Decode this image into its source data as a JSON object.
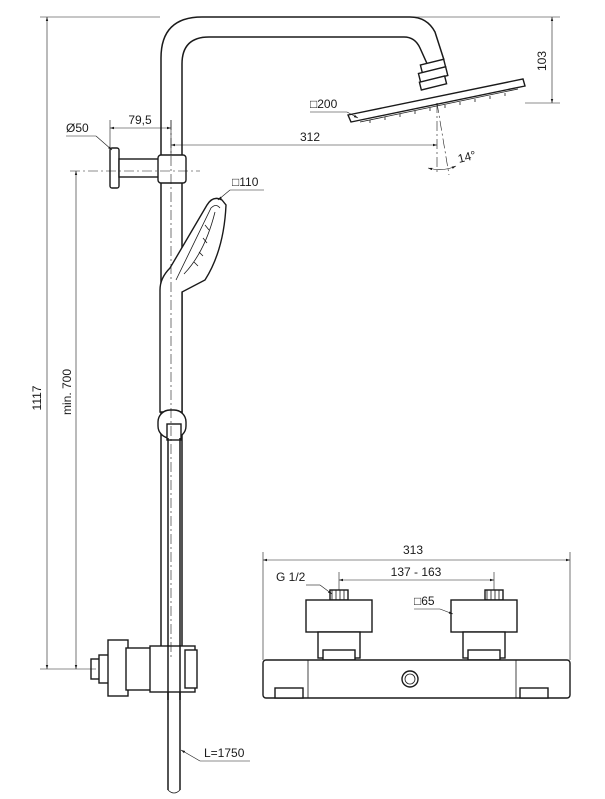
{
  "labels": {
    "overall_height": "1117",
    "min_height": "min. 700",
    "wall_flange_diameter": "Ø50",
    "wall_offset": "79,5",
    "arm_reach": "312",
    "arm_height": "103",
    "head_shower_size": "□200",
    "head_tilt_angle": "14°",
    "hand_shower_size": "□110",
    "hose_length": "L=1750",
    "mixer_width": "313",
    "inlet_thread": "G 1/2",
    "inlet_centres": "137 - 163",
    "knob_size": "□65"
  }
}
